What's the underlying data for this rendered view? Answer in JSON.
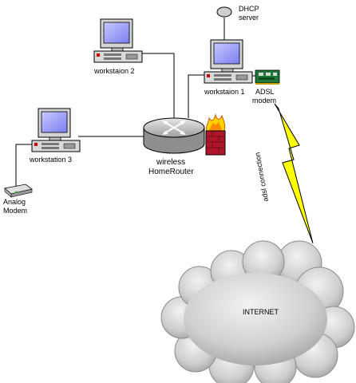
{
  "nodes": {
    "dhcp_server": {
      "line1": "DHCP",
      "line2": "server"
    },
    "workstation_2": {
      "label": "workstaion 2"
    },
    "workstation_1": {
      "label": "workstaion 1"
    },
    "workstation_3": {
      "label": "workstation 3"
    },
    "adsl_modem": {
      "line1": "ADSL",
      "line2": "modem"
    },
    "router": {
      "line1": "wireless",
      "line2": "HomeRouter"
    },
    "analog_modem": {
      "line1": "Analog",
      "line2": "Modem"
    },
    "internet": {
      "label": "INTERNET"
    }
  },
  "links": {
    "adsl_connection": {
      "label": "adsl connection"
    }
  },
  "colors": {
    "screen": "#8a8cf0",
    "monitor_body": "#cfcfcf",
    "outline": "#000000",
    "router_body": "#bfbfbf",
    "firewall": "#b0162b",
    "flame": "#ffd400",
    "bolt": "#ffff00",
    "cloud": "#cfcfcf",
    "modem_board": "#1f7a3a"
  }
}
